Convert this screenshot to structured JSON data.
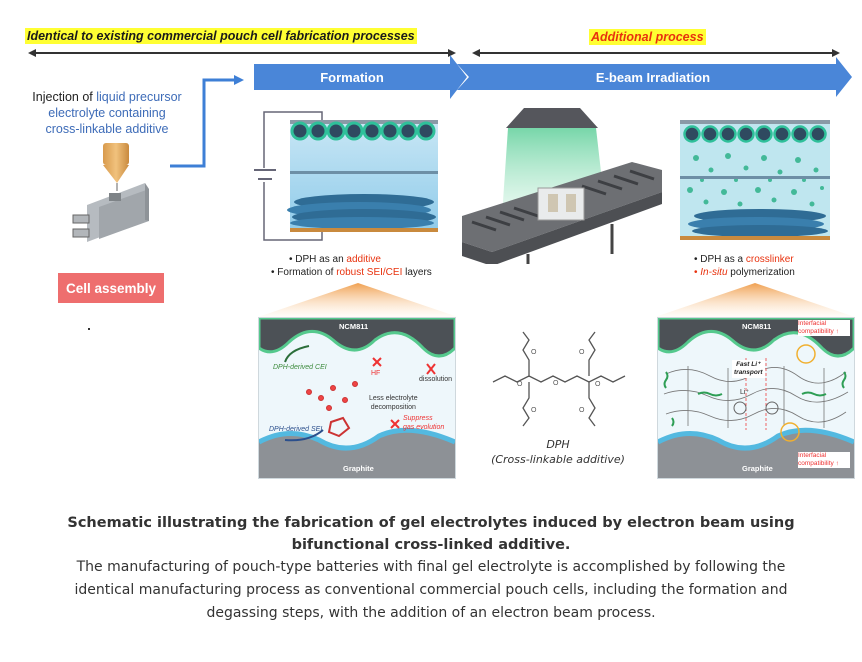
{
  "header": {
    "left_banner": "Identical to existing commercial pouch cell fabrication processes",
    "right_banner": "Additional process"
  },
  "stages": {
    "formation": "Formation",
    "ebeam": "E-beam Irradiation"
  },
  "injection": {
    "prefix": "Injection of ",
    "highlight_line1": "liquid precursor",
    "line2": "electrolyte containing",
    "line3": "cross-linkable additive"
  },
  "cell_assembly_label": "Cell assembly",
  "formation_bullets": {
    "b1_prefix": "• DPH as an ",
    "b1_highlight": "additive",
    "b2_prefix": "• Formation of ",
    "b2_highlight": "robust SEI/CEI",
    "b2_suffix": " layers"
  },
  "ebeam_bullets": {
    "b1_prefix": "• DPH as a ",
    "b1_highlight": "crosslinker",
    "b2_bullet": "• ",
    "b2_highlight": "In-situ",
    "b2_suffix": " polymerization"
  },
  "sei_panel": {
    "cathode": "NCM811",
    "anode": "Graphite",
    "cei_label": "DPH-derived CEI",
    "sei_label": "DPH-derived SEI",
    "hf_label": "HF",
    "dissolution_label": "dissolution",
    "less_decomp_line1": "Less electrolyte",
    "less_decomp_line2": "decomposition",
    "suppress_line1": "Suppress",
    "suppress_line2": "gas evolution"
  },
  "dph_molecule": {
    "name": "DPH",
    "description": "(Cross-linkable additive)"
  },
  "gel_panel": {
    "cathode": "NCM811",
    "anode": "Graphite",
    "fast_li_line1": "Fast Li⁺",
    "fast_li_line2": "transport",
    "interfacial_top": "Interfacial compatibility ↑",
    "interfacial_bottom": "Interfacial compatibility ↑",
    "li_ion": "Li⁺"
  },
  "caption": {
    "title_line1": "Schematic illustrating the fabrication of gel electrolytes induced by electron beam using",
    "title_line2": "bifunctional cross-linked additive.",
    "body_line1": "The manufacturing of pouch-type batteries with final gel electrolyte is accomplished by following the",
    "body_line2": "identical manufacturing process as conventional commercial pouch cells, including the formation and",
    "body_line3": "degassing steps, with the addition of an electron beam process."
  },
  "colors": {
    "stage_arrow": "#4a86d8",
    "highlight_yellow": "#ffff33",
    "accent_red": "#e8320e",
    "cell_assembly": "#ee6e6e",
    "injection_blue": "#3e6cb8"
  }
}
